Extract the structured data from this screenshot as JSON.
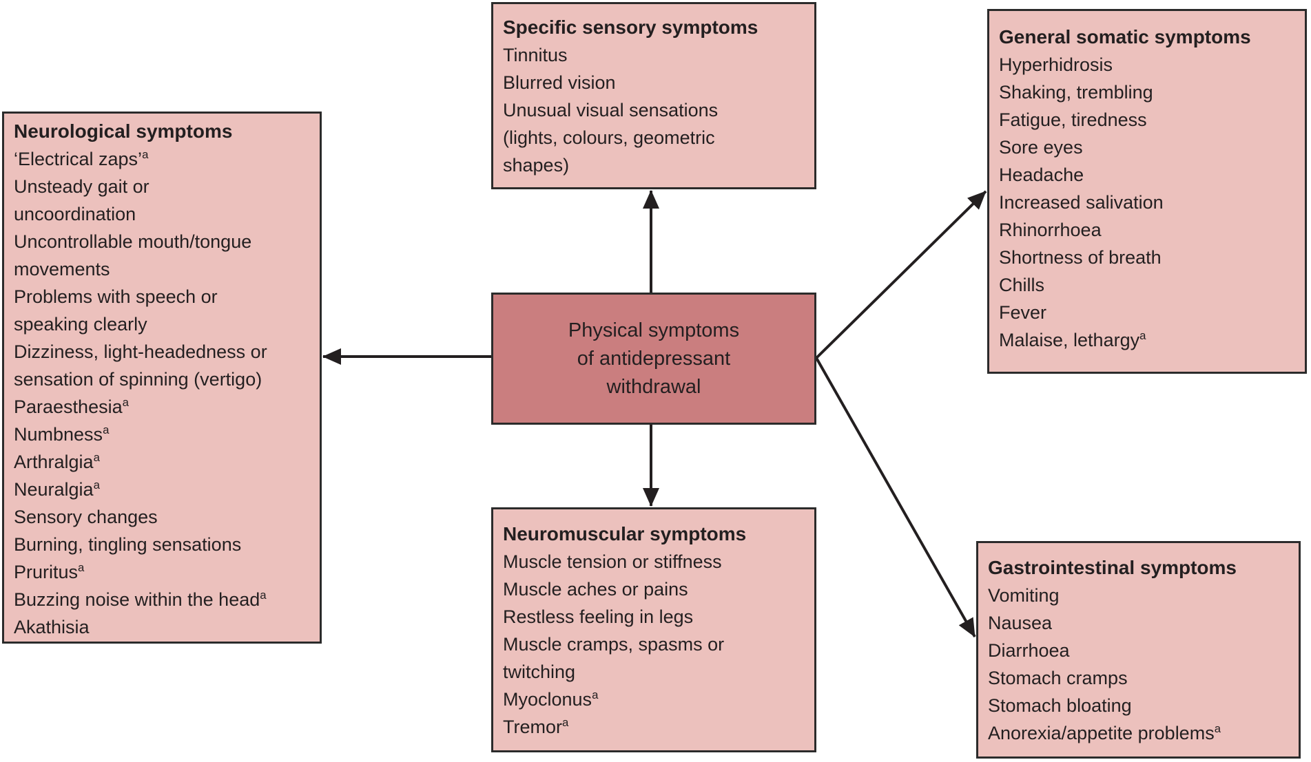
{
  "figure": {
    "type": "concept-diagram",
    "subject": "Physical symptoms of antidepressant withdrawal"
  },
  "center": {
    "lines": [
      "Physical symptoms",
      "of antidepressant",
      "withdrawal"
    ]
  },
  "superscript_marker": "^",
  "boxes": [
    {
      "id": "neurological",
      "title": "Neurological symptoms",
      "lines": [
        "‘Electrical zaps’^a",
        "Unsteady gait or",
        "uncoordination",
        "Uncontrollable mouth/tongue",
        "movements",
        "Problems with speech or",
        "speaking clearly",
        "Dizziness, light-headedness or",
        "sensation of spinning (vertigo)",
        "Paraesthesia^a",
        "Numbness^a",
        "Arthralgia^a",
        "Neuralgia^a",
        "Sensory changes",
        "Burning, tingling sensations",
        "Pruritus^a",
        "Buzzing noise within the head^a",
        "Akathisia"
      ]
    },
    {
      "id": "specific-sensory",
      "title": "Specific sensory symptoms",
      "lines": [
        "Tinnitus",
        "Blurred vision",
        "Unusual visual sensations",
        "(lights, colours, geometric",
        "shapes)"
      ]
    },
    {
      "id": "general-somatic",
      "title": "General somatic symptoms",
      "lines": [
        "Hyperhidrosis",
        "Shaking, trembling",
        "Fatigue, tiredness",
        "Sore eyes",
        "Headache",
        "Increased salivation",
        "Rhinorrhoea",
        "Shortness of breath",
        "Chills",
        "Fever",
        "Malaise, lethargy^a"
      ]
    },
    {
      "id": "neuromuscular",
      "title": "Neuromuscular symptoms",
      "lines": [
        "Muscle tension or stiffness",
        "Muscle aches or pains",
        "Restless feeling in legs",
        "Muscle cramps, spasms or",
        "twitching",
        "Myoclonus^a",
        "Tremor^a"
      ]
    },
    {
      "id": "gastrointestinal",
      "title": "Gastrointestinal symptoms",
      "lines": [
        "Vomiting",
        "Nausea",
        "Diarrhoea",
        "Stomach cramps",
        "Stomach bloating",
        "Anorexia/appetite problems^a"
      ]
    }
  ],
  "colors": {
    "box_fill": "#ecc1bd",
    "center_fill": "#ca7e7f",
    "border": "#2b2b2b",
    "text": "#231f20",
    "arrow": "#231f20"
  }
}
